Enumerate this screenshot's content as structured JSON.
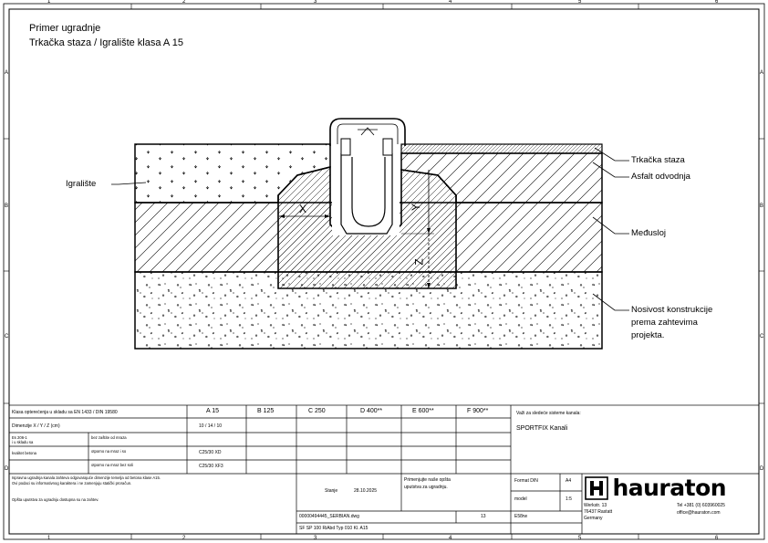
{
  "title": {
    "line1": "Primer ugradnje",
    "line2": "Trkačka staza / Igralište klasa A 15"
  },
  "frame": {
    "cols": [
      "1",
      "2",
      "3",
      "4",
      "5",
      "6"
    ],
    "rows": [
      "A",
      "B",
      "C",
      "D"
    ]
  },
  "labels": {
    "igraliste": "Igralište",
    "trkacka_staza": "Trkačka staza",
    "asfalt": "Asfalt odvodnja",
    "medjusloj": "Međusloj",
    "nosivost_1": "Nosivost konstrukcije",
    "nosivost_2": "prema zahtevima",
    "nosivost_3": "projekta.",
    "dim_x": "X",
    "dim_y": "Y",
    "dim_z": "Z"
  },
  "table": {
    "row1_label": "Klasa opterećenja u skladu sa EN 1433 / DIN 19580",
    "classes": [
      "A 15",
      "B 125",
      "C 250",
      "D 400**",
      "E 600**",
      "F 900**"
    ],
    "row2_label": "Dimenzije X / Y / Z (cm)",
    "row2_value": "10 / 14 / 10",
    "side_label_1": "Es 206-1",
    "side_label_2": "i u skladu sa",
    "side_label_3": "kvalitet betona",
    "row3_label": "bez zaštite od mraza",
    "row4_label": "otporno na mraz i so",
    "row4_value": "C25/30 XD",
    "row5_label": "otporno na mraz bez soli",
    "row5_value": "C25/30 XF3",
    "note1": "Ispravna ugradnja kanala zahteva odgovarajuće dimenzije temelja od betona klase A15.",
    "note2": "Ovi podaci su informativnog karaktera i ne zamenjuju statički proračun.",
    "note3": "Opšta uputstva za ugradnju dostupna su na zahtev.",
    "valid_for": "Važi za sledeće sisteme kanala:",
    "system": "SPORTFIX Kanali",
    "stanje_label": "Stanje",
    "date": "28.10.2025",
    "instructions_1": "Primenjujte naše opšta",
    "instructions_2": "uputstva za ugradnju.",
    "format_label": "Format DIN",
    "format_value": "A4",
    "model_label": "model",
    "model_value": "1:5",
    "drawing_file": "00000494445_SERBIAN.dwg",
    "page_no": "13",
    "code": "E58rw",
    "description": "SF SP 100 RiAbd Typ 010 Kl. A15",
    "logo": "hauraton",
    "addr_1": "Werkstr. 13",
    "addr_2": "76437 Rastatt",
    "addr_3": "Germany",
    "phone": "Tel +381 (0) 603960025",
    "email": "office@hauraton.com"
  }
}
